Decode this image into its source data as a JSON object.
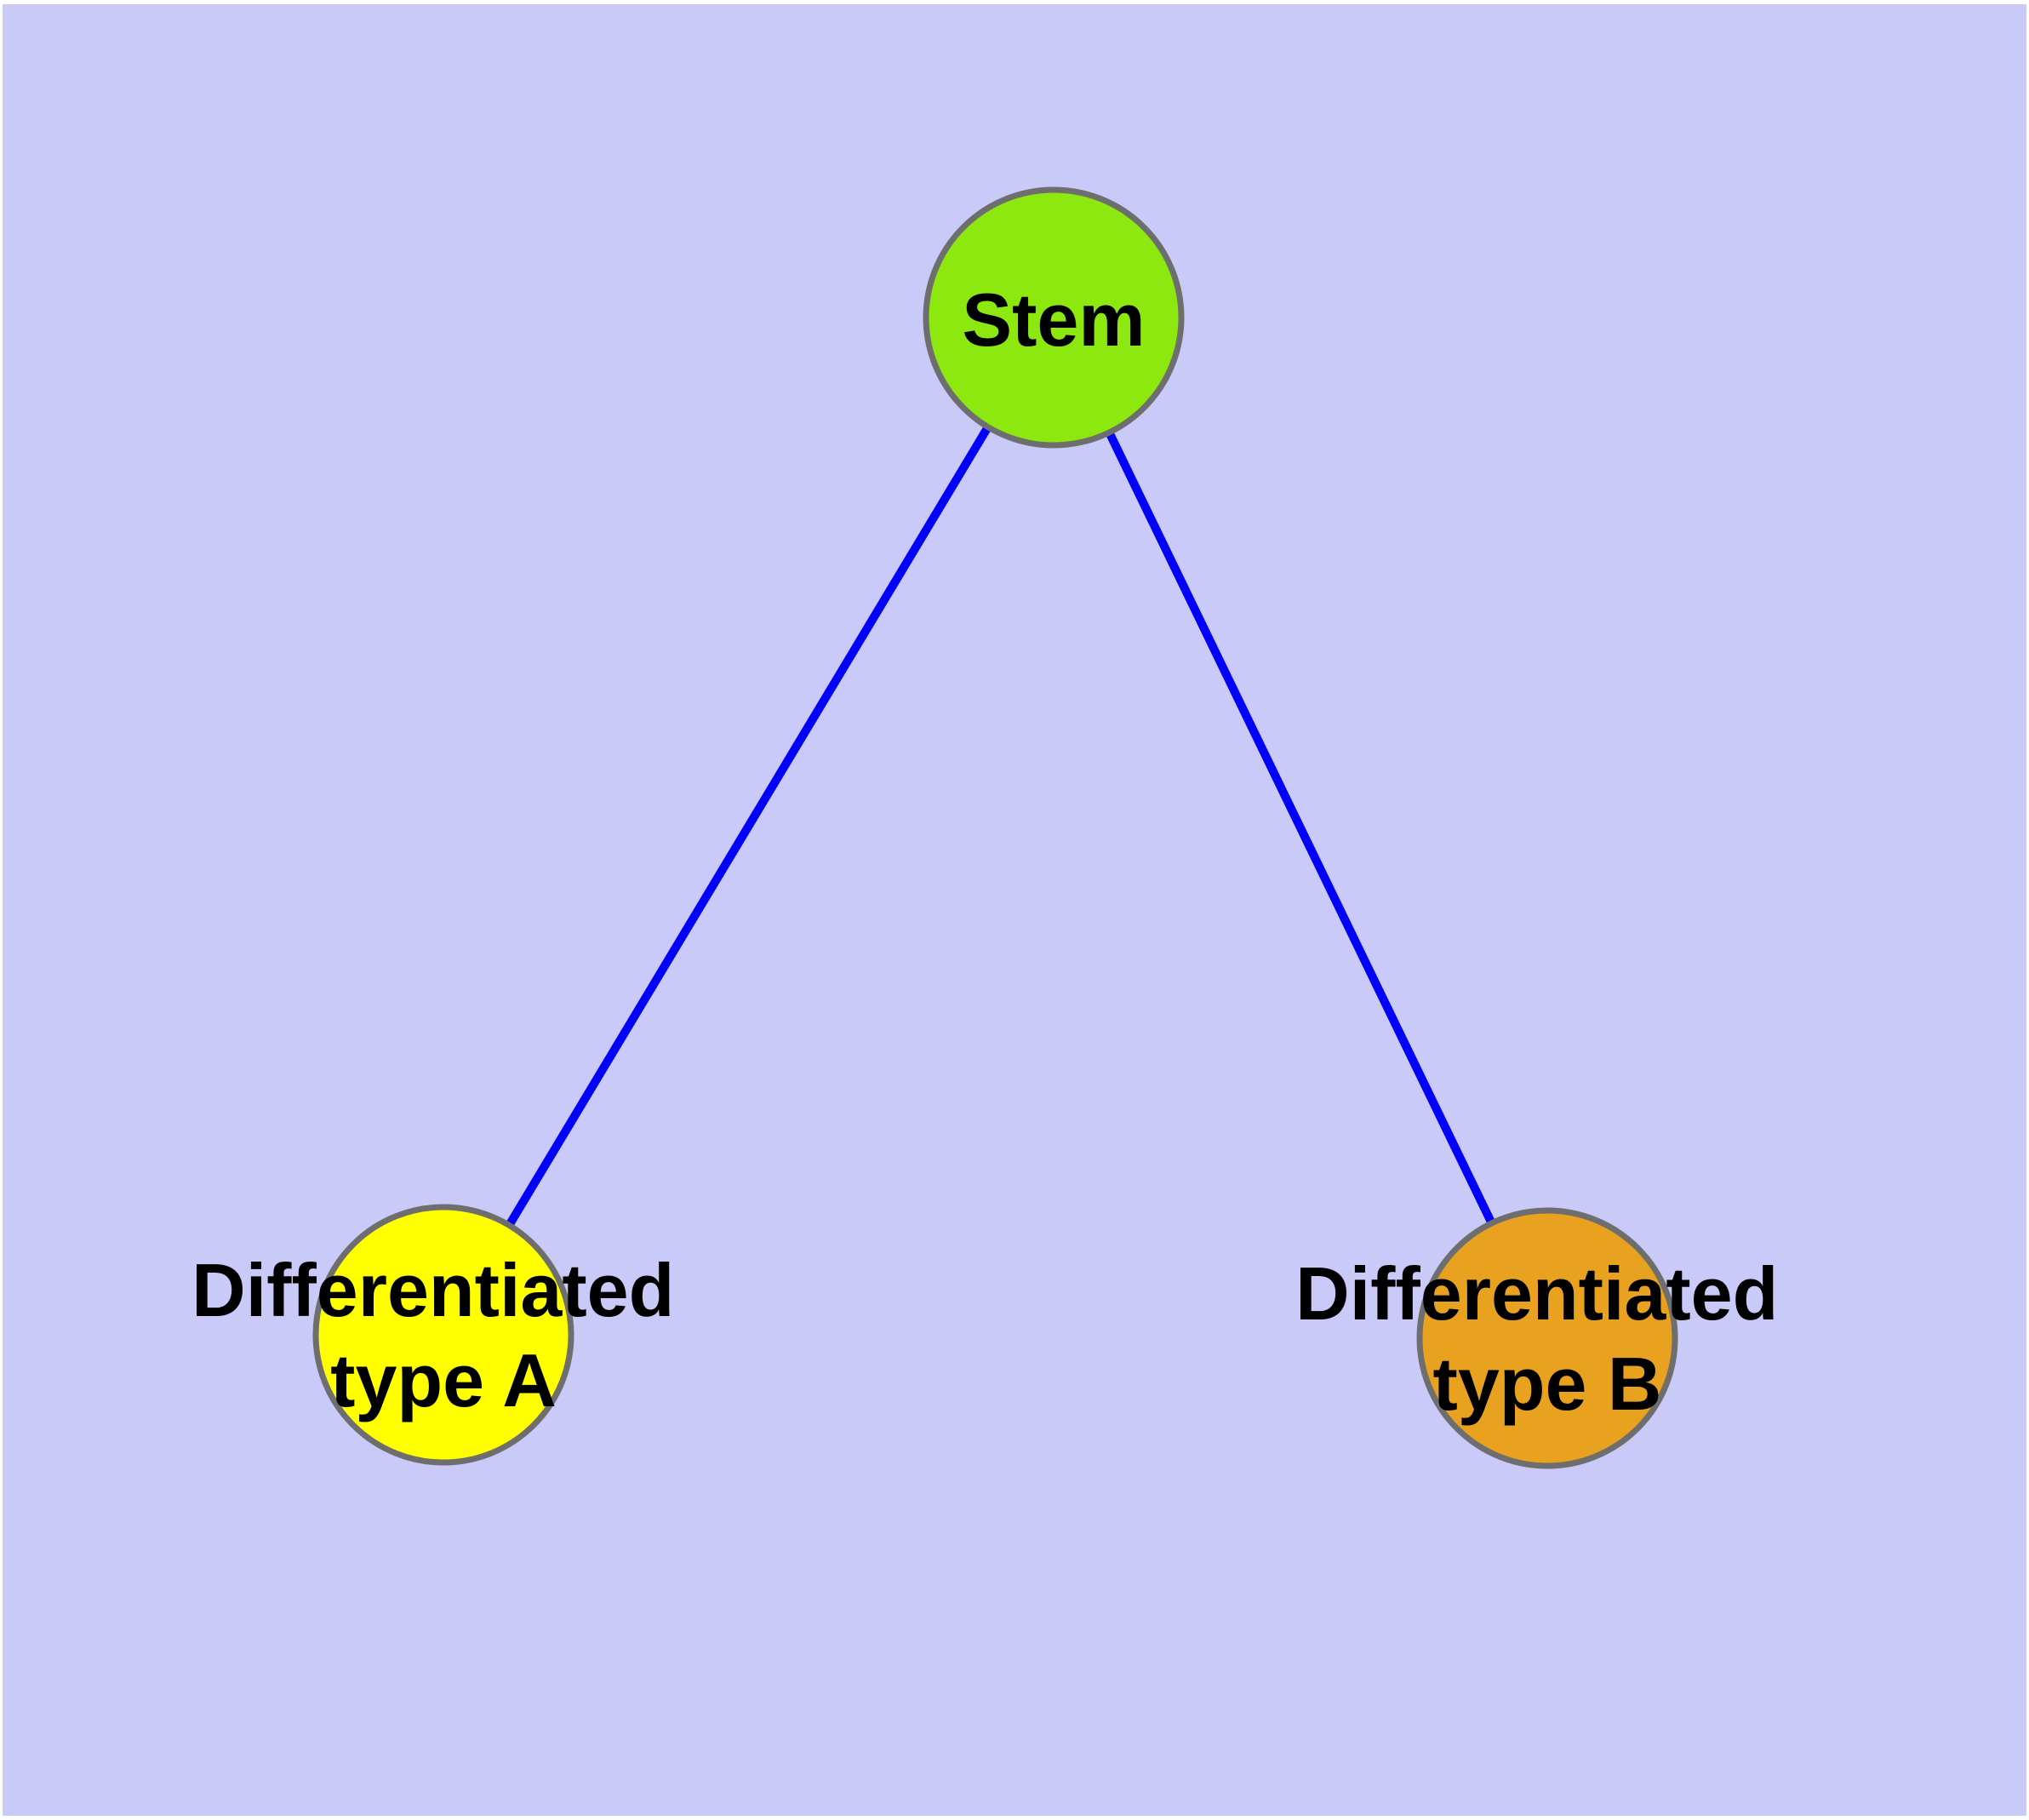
{
  "diagram": {
    "type": "node-link-graph",
    "background_color": "#CACAF8",
    "margin_color": "#FFFFFF",
    "node_border_color": "#6E6E6E",
    "label_color": "#000000",
    "nodes": [
      {
        "id": "stem",
        "label": "Stem",
        "fill": "#8CE80E"
      },
      {
        "id": "differentiated-type-a",
        "label": "Differentiated type A",
        "label_line1": "Differentiated",
        "label_line2": "type A",
        "fill": "#FFFF00"
      },
      {
        "id": "differentiated-type-b",
        "label": "Differentiated type B",
        "label_line1": "Differentiated",
        "label_line2": "type B",
        "fill": "#E8A21F"
      }
    ],
    "edges": [
      {
        "source": "Stem",
        "target": "Differentiated type A",
        "color": "#0202F8"
      },
      {
        "source": "Stem",
        "target": "Differentiated type B",
        "color": "#0202F8"
      }
    ]
  }
}
